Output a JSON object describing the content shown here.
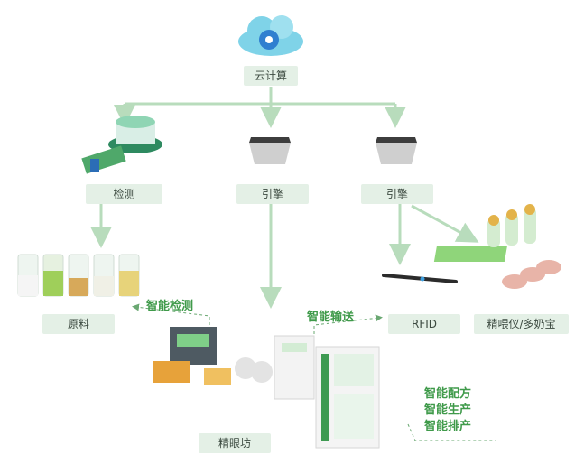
{
  "nodes": {
    "cloud": "云计算",
    "detect": "检测",
    "engine1": "引擎",
    "engine2": "引擎",
    "materials": "原料",
    "rfid": "RFID",
    "feeder": "精喂仪/多奶宝",
    "mill": "精眼坊"
  },
  "annotations": {
    "smart_detect": "智能检测",
    "smart_convey": "智能输送",
    "smart_stack": [
      "智能配方",
      "智能生产",
      "智能排产"
    ]
  },
  "colors": {
    "accent": "#3f9a4a",
    "label_bg": "#e4f0e6",
    "arrow": "#b8dcbc",
    "cloud": "#7fd3e8",
    "gear": "#2f7fd0"
  },
  "icons": [
    "cloud-gear-icon",
    "engine-box-icon",
    "inspection-machine-icon",
    "sample-jars-icon",
    "rfid-reader-icon",
    "feeder-silo-icon",
    "feed-mill-icon"
  ]
}
